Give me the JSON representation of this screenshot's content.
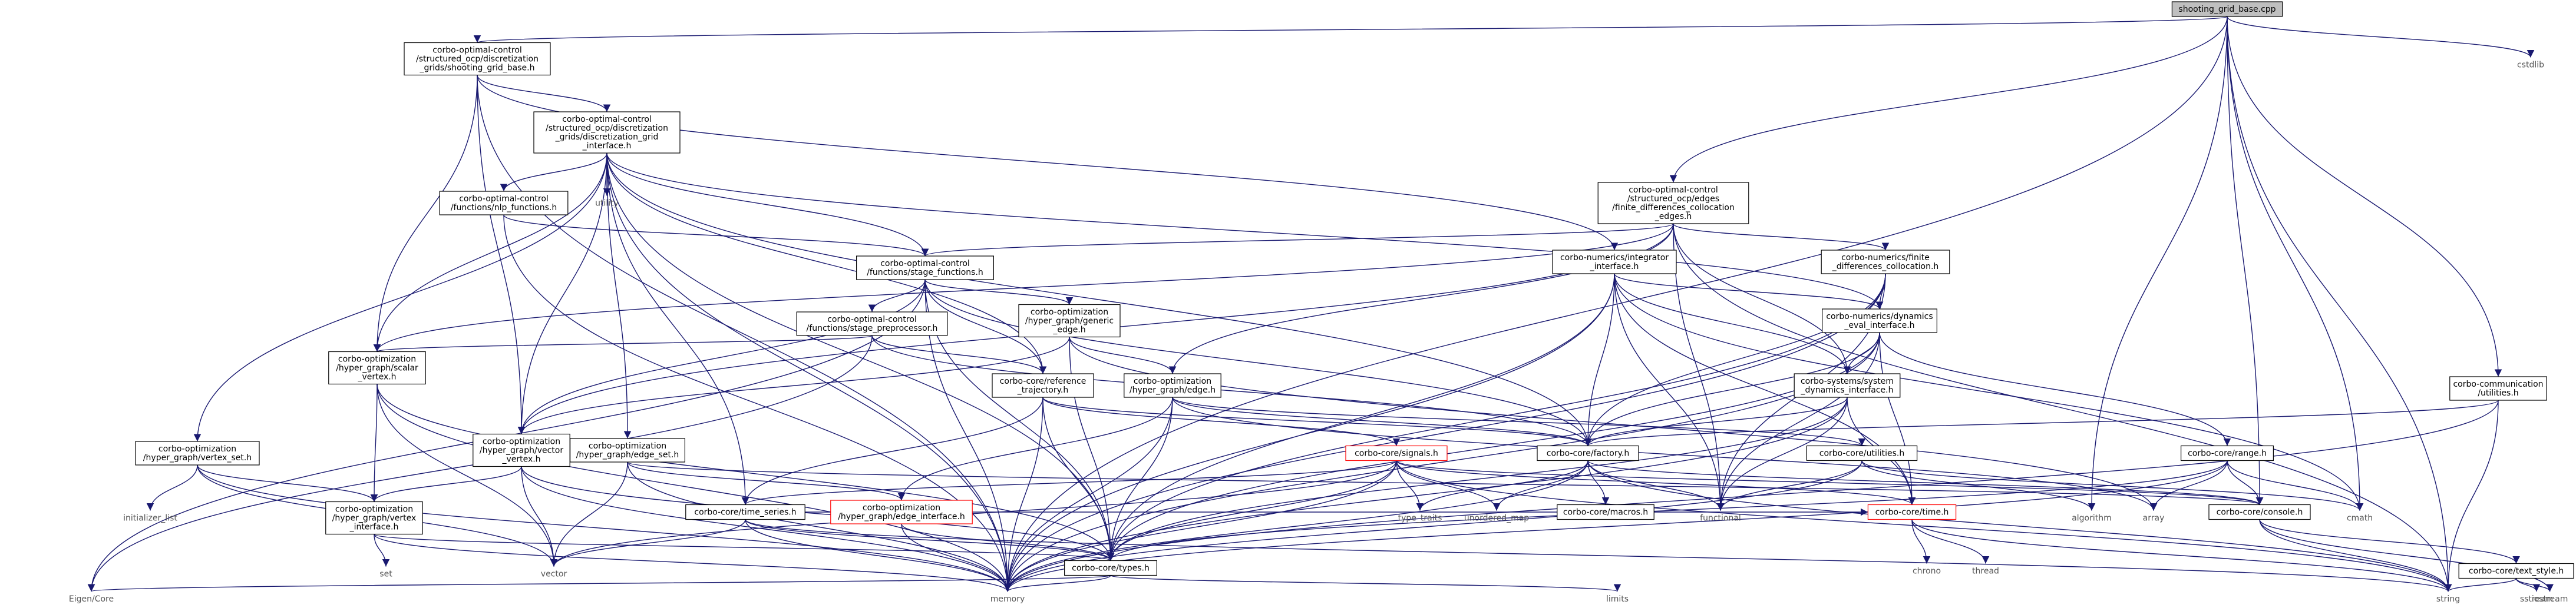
{
  "title": "shooting_grid_base.cpp",
  "nodes": [
    {
      "id": "root",
      "lines": [
        "shooting_grid_base.cpp"
      ],
      "style": "root"
    },
    {
      "id": "sgb_h",
      "lines": [
        "corbo-optimal-control",
        "/structured_ocp/discretization",
        "_grids/shooting_grid_base.h"
      ]
    },
    {
      "id": "dgi_h",
      "lines": [
        "corbo-optimal-control",
        "/structured_ocp/discretization",
        "_grids/discretization_grid",
        "_interface.h"
      ]
    },
    {
      "id": "fdc_h",
      "lines": [
        "corbo-optimal-control",
        "/structured_ocp/edges",
        "/finite_differences_collocation",
        "_edges.h"
      ]
    },
    {
      "id": "nlp_h",
      "lines": [
        "corbo-optimal-control",
        "/functions/nlp_functions.h"
      ]
    },
    {
      "id": "utility",
      "lines": [
        "utility"
      ],
      "style": "sys"
    },
    {
      "id": "stage_h",
      "lines": [
        "corbo-optimal-control",
        "/functions/stage_functions.h"
      ]
    },
    {
      "id": "integ_h",
      "lines": [
        "corbo-numerics/integrator",
        "_interface.h"
      ]
    },
    {
      "id": "fdcoll_h",
      "lines": [
        "corbo-numerics/finite",
        "_differences_collocation.h"
      ]
    },
    {
      "id": "dyn_h",
      "lines": [
        "corbo-numerics/dynamics",
        "_eval_interface.h"
      ]
    },
    {
      "id": "sys_h",
      "lines": [
        "corbo-systems/system",
        "_dynamics_interface.h"
      ]
    },
    {
      "id": "pre_h",
      "lines": [
        "corbo-optimal-control",
        "/functions/stage_preprocessor.h"
      ]
    },
    {
      "id": "gen_h",
      "lines": [
        "corbo-optimization",
        "/hyper_graph/generic",
        "_edge.h"
      ]
    },
    {
      "id": "scalar_h",
      "lines": [
        "corbo-optimization",
        "/hyper_graph/scalar",
        "_vertex.h"
      ]
    },
    {
      "id": "ref_h",
      "lines": [
        "corbo-core/reference",
        "_trajectory.h"
      ]
    },
    {
      "id": "edge_h",
      "lines": [
        "corbo-optimization",
        "/hyper_graph/edge.h"
      ]
    },
    {
      "id": "vvec_h",
      "lines": [
        "corbo-optimization",
        "/hyper_graph/vector",
        "_vertex.h"
      ]
    },
    {
      "id": "eset_h",
      "lines": [
        "corbo-optimization",
        "/hyper_graph/edge_set.h"
      ]
    },
    {
      "id": "vset_h",
      "lines": [
        "corbo-optimization",
        "/hyper_graph/vertex_set.h"
      ]
    },
    {
      "id": "vint_h",
      "lines": [
        "corbo-optimization",
        "/hyper_graph/vertex",
        "_interface.h"
      ]
    },
    {
      "id": "eint_h",
      "lines": [
        "corbo-optimization",
        "/hyper_graph/edge_interface.h"
      ],
      "style": "red"
    },
    {
      "id": "signals_h",
      "lines": [
        "corbo-core/signals.h"
      ],
      "style": "red"
    },
    {
      "id": "ts_h",
      "lines": [
        "corbo-core/time_series.h"
      ]
    },
    {
      "id": "factory_h",
      "lines": [
        "corbo-core/factory.h"
      ]
    },
    {
      "id": "util_h",
      "lines": [
        "corbo-core/utilities.h"
      ]
    },
    {
      "id": "range_h",
      "lines": [
        "corbo-core/range.h"
      ]
    },
    {
      "id": "comm_h",
      "lines": [
        "corbo-communication",
        "/utilities.h"
      ]
    },
    {
      "id": "macros_h",
      "lines": [
        "corbo-core/macros.h"
      ]
    },
    {
      "id": "time_h",
      "lines": [
        "corbo-core/time.h"
      ],
      "style": "red"
    },
    {
      "id": "console_h",
      "lines": [
        "corbo-core/console.h"
      ]
    },
    {
      "id": "types_h",
      "lines": [
        "corbo-core/types.h"
      ]
    },
    {
      "id": "text_h",
      "lines": [
        "corbo-core/text_style.h"
      ]
    },
    {
      "id": "cstdlib",
      "lines": [
        "cstdlib"
      ],
      "style": "sys"
    },
    {
      "id": "init_list",
      "lines": [
        "initializer_list"
      ],
      "style": "sys"
    },
    {
      "id": "set",
      "lines": [
        "set"
      ],
      "style": "sys"
    },
    {
      "id": "vector",
      "lines": [
        "vector"
      ],
      "style": "sys"
    },
    {
      "id": "memory",
      "lines": [
        "memory"
      ],
      "style": "sys"
    },
    {
      "id": "eigen",
      "lines": [
        "Eigen/Core"
      ],
      "style": "sys"
    },
    {
      "id": "limits",
      "lines": [
        "limits"
      ],
      "style": "sys"
    },
    {
      "id": "string",
      "lines": [
        "string"
      ],
      "style": "sys"
    },
    {
      "id": "type_traits",
      "lines": [
        "type_traits"
      ],
      "style": "sys"
    },
    {
      "id": "unordered_map",
      "lines": [
        "unordered_map"
      ],
      "style": "sys"
    },
    {
      "id": "functional",
      "lines": [
        "functional"
      ],
      "style": "sys"
    },
    {
      "id": "chrono",
      "lines": [
        "chrono"
      ],
      "style": "sys"
    },
    {
      "id": "thread",
      "lines": [
        "thread"
      ],
      "style": "sys"
    },
    {
      "id": "algorithm",
      "lines": [
        "algorithm"
      ],
      "style": "sys"
    },
    {
      "id": "array",
      "lines": [
        "array"
      ],
      "style": "sys"
    },
    {
      "id": "cmath",
      "lines": [
        "cmath"
      ],
      "style": "sys"
    },
    {
      "id": "sstream",
      "lines": [
        "sstream"
      ],
      "style": "sys"
    },
    {
      "id": "iostream",
      "lines": [
        "iostream"
      ],
      "style": "sys"
    }
  ],
  "edges": [
    [
      "root",
      "sgb_h"
    ],
    [
      "root",
      "fdc_h"
    ],
    [
      "root",
      "cstdlib"
    ],
    [
      "root",
      "comm_h"
    ],
    [
      "root",
      "console_h"
    ],
    [
      "root",
      "algorithm"
    ],
    [
      "root",
      "cmath"
    ],
    [
      "root",
      "string"
    ],
    [
      "root",
      "memory"
    ],
    [
      "sgb_h",
      "dgi_h"
    ],
    [
      "sgb_h",
      "integ_h"
    ],
    [
      "sgb_h",
      "scalar_h"
    ],
    [
      "sgb_h",
      "vvec_h"
    ],
    [
      "sgb_h",
      "memory"
    ],
    [
      "dgi_h",
      "nlp_h"
    ],
    [
      "dgi_h",
      "utility"
    ],
    [
      "dgi_h",
      "stage_h"
    ],
    [
      "dgi_h",
      "vvec_h"
    ],
    [
      "dgi_h",
      "eset_h"
    ],
    [
      "dgi_h",
      "vset_h"
    ],
    [
      "dgi_h",
      "scalar_h"
    ],
    [
      "dgi_h",
      "ts_h"
    ],
    [
      "dgi_h",
      "types_h"
    ],
    [
      "dgi_h",
      "factory_h"
    ],
    [
      "dgi_h",
      "ref_h"
    ],
    [
      "dgi_h",
      "dyn_h"
    ],
    [
      "dgi_h",
      "memory"
    ],
    [
      "fdc_h",
      "stage_h"
    ],
    [
      "fdc_h",
      "fdcoll_h"
    ],
    [
      "fdc_h",
      "sys_h"
    ],
    [
      "fdc_h",
      "edge_h"
    ],
    [
      "fdc_h",
      "vvec_h"
    ],
    [
      "fdc_h",
      "scalar_h"
    ],
    [
      "fdc_h",
      "functional"
    ],
    [
      "fdc_h",
      "string"
    ],
    [
      "nlp_h",
      "stage_h"
    ],
    [
      "nlp_h",
      "memory"
    ],
    [
      "stage_h",
      "pre_h"
    ],
    [
      "stage_h",
      "gen_h"
    ],
    [
      "stage_h",
      "ref_h"
    ],
    [
      "stage_h",
      "vvec_h"
    ],
    [
      "stage_h",
      "types_h"
    ],
    [
      "stage_h",
      "factory_h"
    ],
    [
      "stage_h",
      "memory"
    ],
    [
      "stage_h",
      "eigen"
    ],
    [
      "integ_h",
      "dyn_h"
    ],
    [
      "integ_h",
      "sys_h"
    ],
    [
      "integ_h",
      "factory_h"
    ],
    [
      "integ_h",
      "types_h"
    ],
    [
      "integ_h",
      "functional"
    ],
    [
      "integ_h",
      "memory"
    ],
    [
      "integ_h",
      "time_h"
    ],
    [
      "integ_h",
      "cmath"
    ],
    [
      "fdcoll_h",
      "dyn_h"
    ],
    [
      "fdcoll_h",
      "factory_h"
    ],
    [
      "fdcoll_h",
      "types_h"
    ],
    [
      "fdcoll_h",
      "functional"
    ],
    [
      "fdcoll_h",
      "memory"
    ],
    [
      "dyn_h",
      "sys_h"
    ],
    [
      "dyn_h",
      "factory_h"
    ],
    [
      "dyn_h",
      "types_h"
    ],
    [
      "dyn_h",
      "range_h"
    ],
    [
      "dyn_h",
      "time_h"
    ],
    [
      "dyn_h",
      "functional"
    ],
    [
      "dyn_h",
      "memory"
    ],
    [
      "sys_h",
      "factory_h"
    ],
    [
      "sys_h",
      "types_h"
    ],
    [
      "sys_h",
      "time_h"
    ],
    [
      "sys_h",
      "functional"
    ],
    [
      "sys_h",
      "memory"
    ],
    [
      "pre_h",
      "scalar_h"
    ],
    [
      "pre_h",
      "ref_h"
    ],
    [
      "pre_h",
      "factory_h"
    ],
    [
      "pre_h",
      "eigen"
    ],
    [
      "gen_h",
      "edge_h"
    ],
    [
      "gen_h",
      "vvec_h"
    ],
    [
      "gen_h",
      "types_h"
    ],
    [
      "gen_h",
      "array"
    ],
    [
      "scalar_h",
      "vint_h"
    ],
    [
      "scalar_h",
      "vector"
    ],
    [
      "scalar_h",
      "types_h"
    ],
    [
      "scalar_h",
      "memory"
    ],
    [
      "ref_h",
      "ts_h"
    ],
    [
      "ref_h",
      "types_h"
    ],
    [
      "ref_h",
      "factory_h"
    ],
    [
      "ref_h",
      "signals_h"
    ],
    [
      "ref_h",
      "memory"
    ],
    [
      "edge_h",
      "eint_h"
    ],
    [
      "edge_h",
      "types_h"
    ],
    [
      "edge_h",
      "factory_h"
    ],
    [
      "edge_h",
      "util_h"
    ],
    [
      "edge_h",
      "memory"
    ],
    [
      "edge_h",
      "array"
    ],
    [
      "vvec_h",
      "vint_h"
    ],
    [
      "vvec_h",
      "vector"
    ],
    [
      "vvec_h",
      "types_h"
    ],
    [
      "vvec_h",
      "memory"
    ],
    [
      "eset_h",
      "eint_h"
    ],
    [
      "eset_h",
      "vector"
    ],
    [
      "eset_h",
      "memory"
    ],
    [
      "eset_h",
      "console_h"
    ],
    [
      "vset_h",
      "vint_h"
    ],
    [
      "vset_h",
      "init_list"
    ],
    [
      "vset_h",
      "vector"
    ],
    [
      "vset_h",
      "memory"
    ],
    [
      "vint_h",
      "set"
    ],
    [
      "vint_h",
      "types_h"
    ],
    [
      "vint_h",
      "memory"
    ],
    [
      "eint_h",
      "types_h"
    ],
    [
      "eint_h",
      "memory"
    ],
    [
      "signals_h",
      "types_h"
    ],
    [
      "signals_h",
      "time_h"
    ],
    [
      "signals_h",
      "type_traits"
    ],
    [
      "signals_h",
      "unordered_map"
    ],
    [
      "signals_h",
      "vector"
    ],
    [
      "signals_h",
      "memory"
    ],
    [
      "signals_h",
      "console_h"
    ],
    [
      "signals_h",
      "string"
    ],
    [
      "signals_h",
      "ts_h"
    ],
    [
      "ts_h",
      "types_h"
    ],
    [
      "ts_h",
      "time_h"
    ],
    [
      "ts_h",
      "vector"
    ],
    [
      "ts_h",
      "memory"
    ],
    [
      "ts_h",
      "string"
    ],
    [
      "factory_h",
      "macros_h"
    ],
    [
      "factory_h",
      "console_h"
    ],
    [
      "factory_h",
      "unordered_map"
    ],
    [
      "factory_h",
      "functional"
    ],
    [
      "factory_h",
      "memory"
    ],
    [
      "factory_h",
      "string"
    ],
    [
      "factory_h",
      "type_traits"
    ],
    [
      "util_h",
      "functional"
    ],
    [
      "util_h",
      "algorithm"
    ],
    [
      "util_h",
      "cmath"
    ],
    [
      "util_h",
      "memory"
    ],
    [
      "range_h",
      "types_h"
    ],
    [
      "range_h",
      "console_h"
    ],
    [
      "range_h",
      "array"
    ],
    [
      "range_h",
      "cmath"
    ],
    [
      "range_h",
      "memory"
    ],
    [
      "comm_h",
      "factory_h"
    ],
    [
      "comm_h",
      "memory"
    ],
    [
      "comm_h",
      "string"
    ],
    [
      "time_h",
      "chrono"
    ],
    [
      "time_h",
      "thread"
    ],
    [
      "time_h",
      "string"
    ],
    [
      "console_h",
      "text_h"
    ],
    [
      "console_h",
      "iostream"
    ],
    [
      "console_h",
      "string"
    ],
    [
      "types_h",
      "eigen"
    ],
    [
      "types_h",
      "memory"
    ],
    [
      "types_h",
      "limits"
    ],
    [
      "text_h",
      "sstream"
    ],
    [
      "text_h",
      "iostream"
    ],
    [
      "text_h",
      "string"
    ]
  ]
}
